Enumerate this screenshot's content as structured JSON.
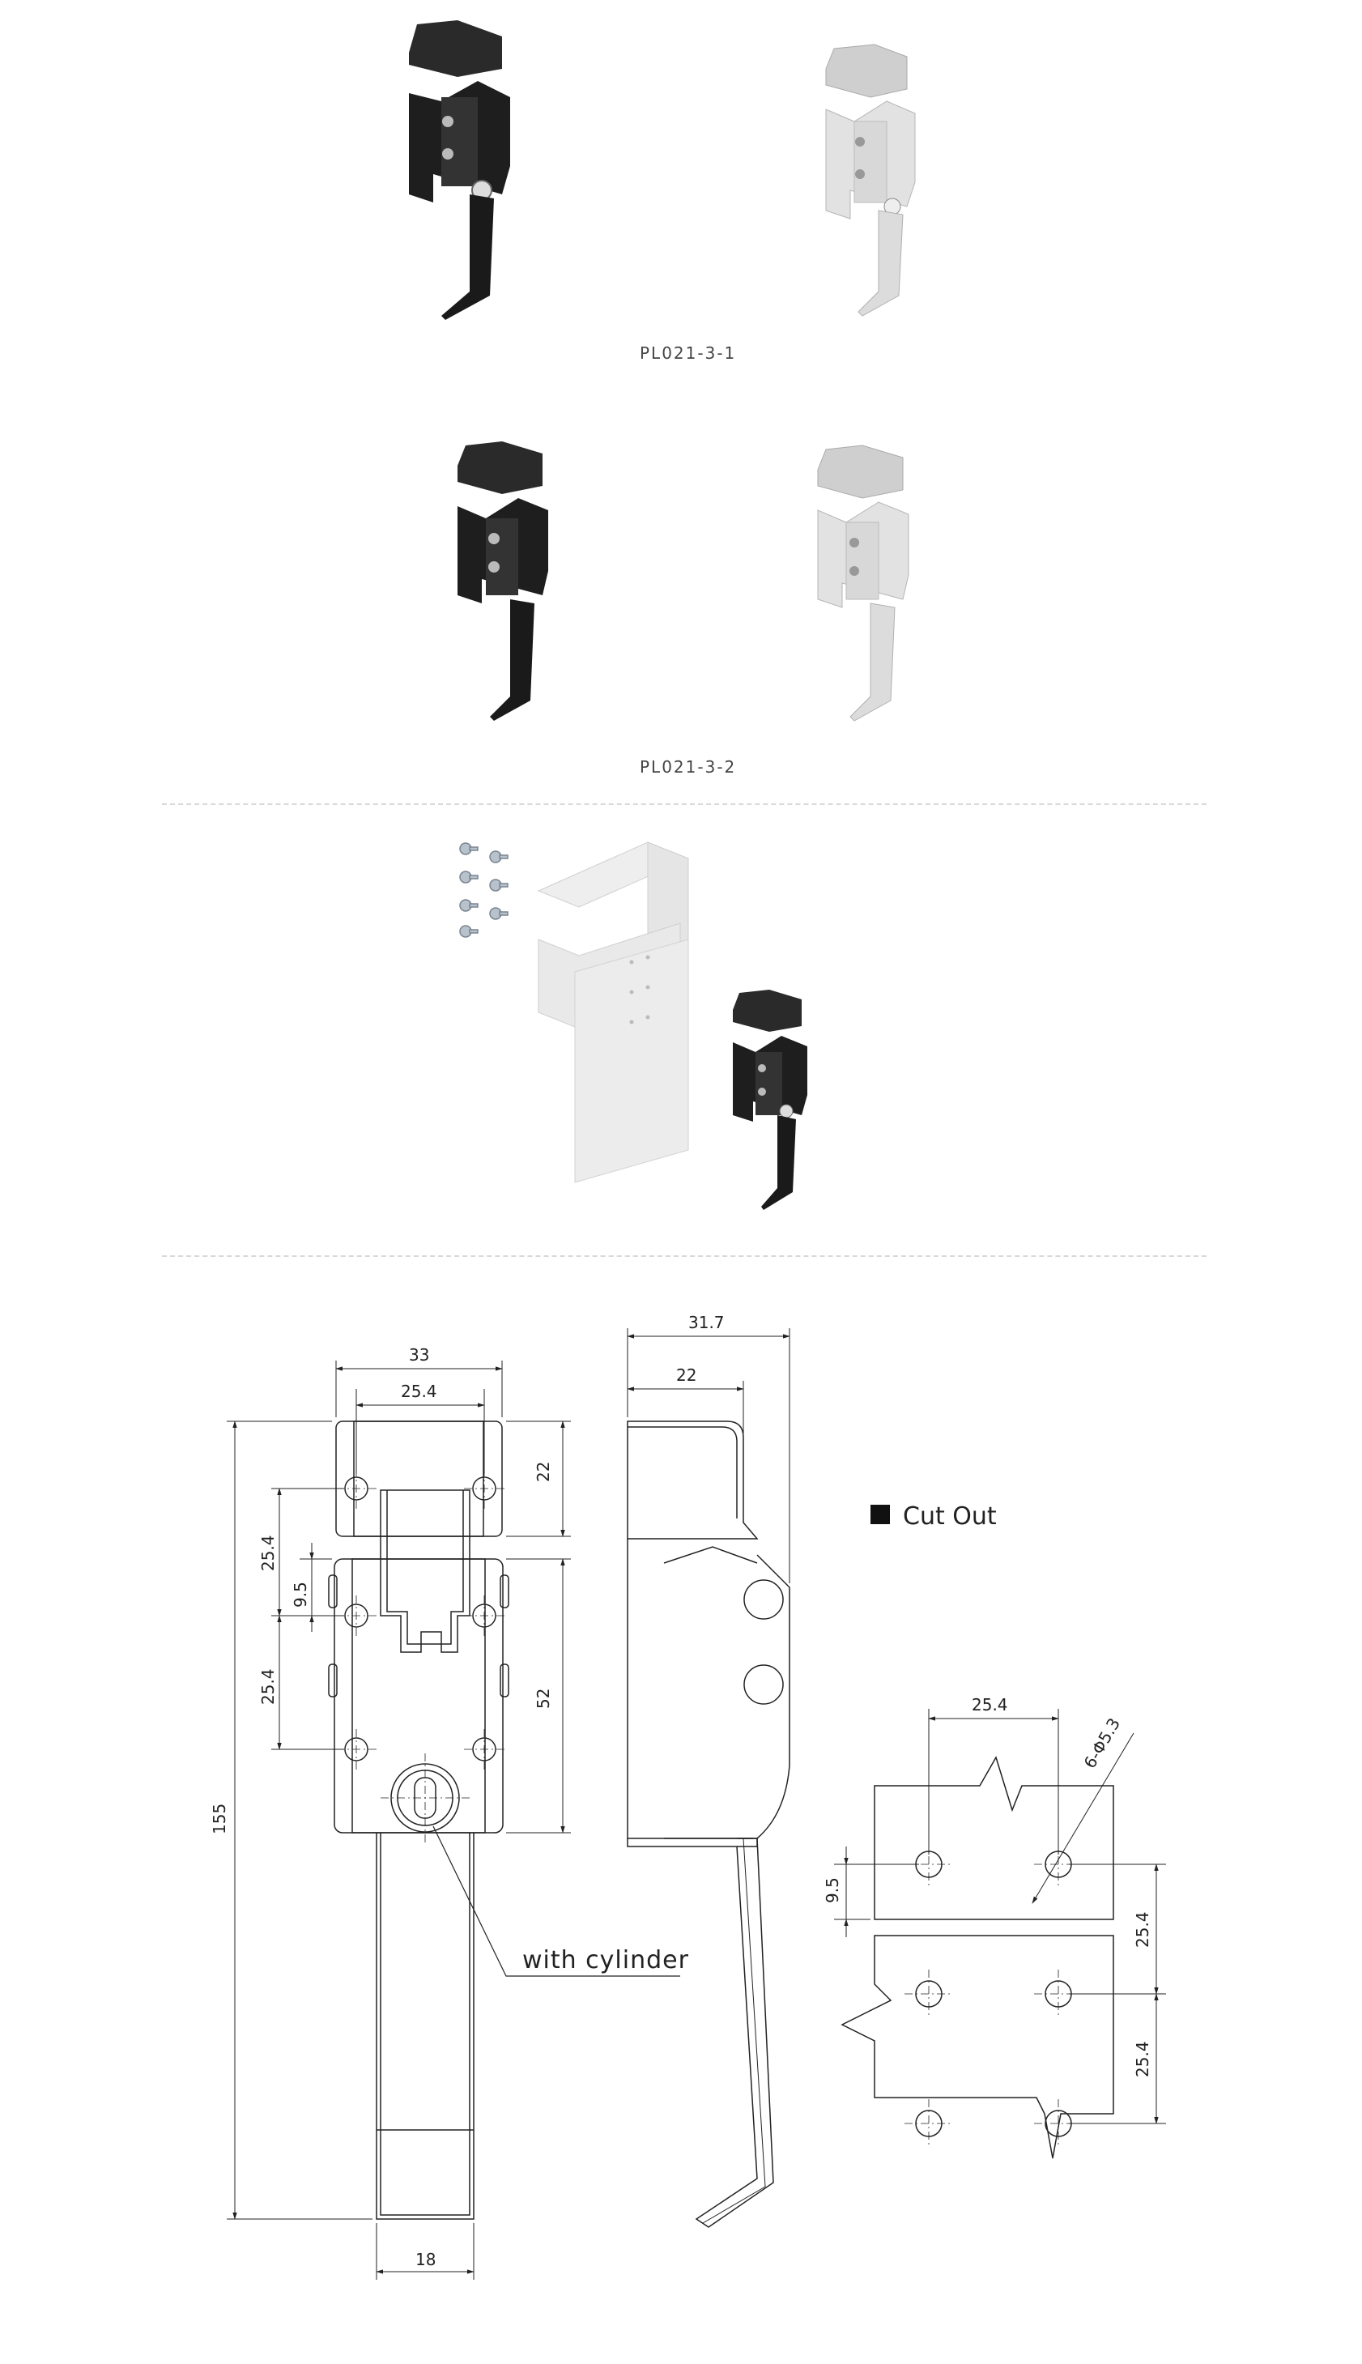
{
  "products": {
    "row1_caption": "PL021-3-1",
    "row2_caption": "PL021-3-2"
  },
  "drawing": {
    "front_dims": {
      "top_width_outer": "33",
      "top_width_inner": "25.4",
      "top_height": "22",
      "hole_pitch_upper": "25.4",
      "offset_small": "9.5",
      "hole_pitch_lower": "25.4",
      "body_height": "52",
      "total_height": "155",
      "bottom_width": "18"
    },
    "side_dims": {
      "depth_outer": "31.7",
      "depth_inner": "22"
    },
    "callout": "with cylinder",
    "legend_label": "Cut Out",
    "cutout_dims": {
      "hole_pitch_x": "25.4",
      "hole_spec": "6-Φ5.3",
      "offset": "9.5",
      "pitch_upper": "25.4",
      "pitch_lower": "25.4"
    }
  },
  "colors": {
    "black_finish": "#1e1e1e",
    "chrome_finish": "#d4d4d4",
    "panel": "#e8e8e8"
  }
}
